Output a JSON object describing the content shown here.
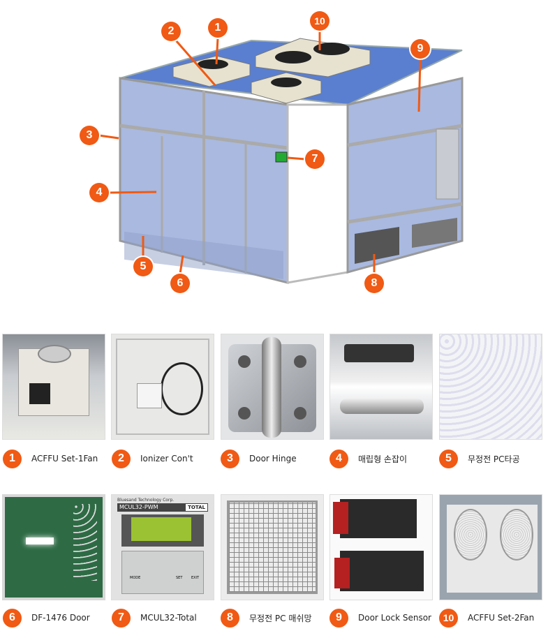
{
  "diagram": {
    "callouts": [
      "1",
      "2",
      "3",
      "4",
      "5",
      "6",
      "7",
      "8",
      "9",
      "10"
    ]
  },
  "components": [
    {
      "number": "1",
      "label": "ACFFU Set-1Fan",
      "photo": "ffu-1fan"
    },
    {
      "number": "2",
      "label": "Ionizer Con't",
      "photo": "ionizer-controller"
    },
    {
      "number": "3",
      "label": "Door Hinge",
      "photo": "door-hinge"
    },
    {
      "number": "4",
      "label": "매립형 손잡이",
      "photo": "recessed-handle"
    },
    {
      "number": "5",
      "label": "무정전 PC타공",
      "photo": "perforated-pc"
    },
    {
      "number": "6",
      "label": "DF-1476 Door",
      "photo": "door-panel"
    },
    {
      "number": "7",
      "label": "MCUL32-Total",
      "photo": "controller",
      "photo_text": {
        "brand": "Bluesand Technology Corp.",
        "model": "MCUL32-PWM",
        "badge": "TOTAL",
        "buttons": [
          "MODE",
          "SET",
          "EXIT"
        ]
      }
    },
    {
      "number": "8",
      "label": "무정전 PC 매쉬망",
      "photo": "pc-mesh"
    },
    {
      "number": "9",
      "label": "Door Lock Sensor",
      "photo": "door-lock-sensor"
    },
    {
      "number": "10",
      "label": "ACFFU Set-2Fan",
      "photo": "ffu-2fan"
    }
  ],
  "colors": {
    "accent": "#f05a14",
    "glass": "#8fa6d8",
    "frame": "#b8bcc2"
  }
}
